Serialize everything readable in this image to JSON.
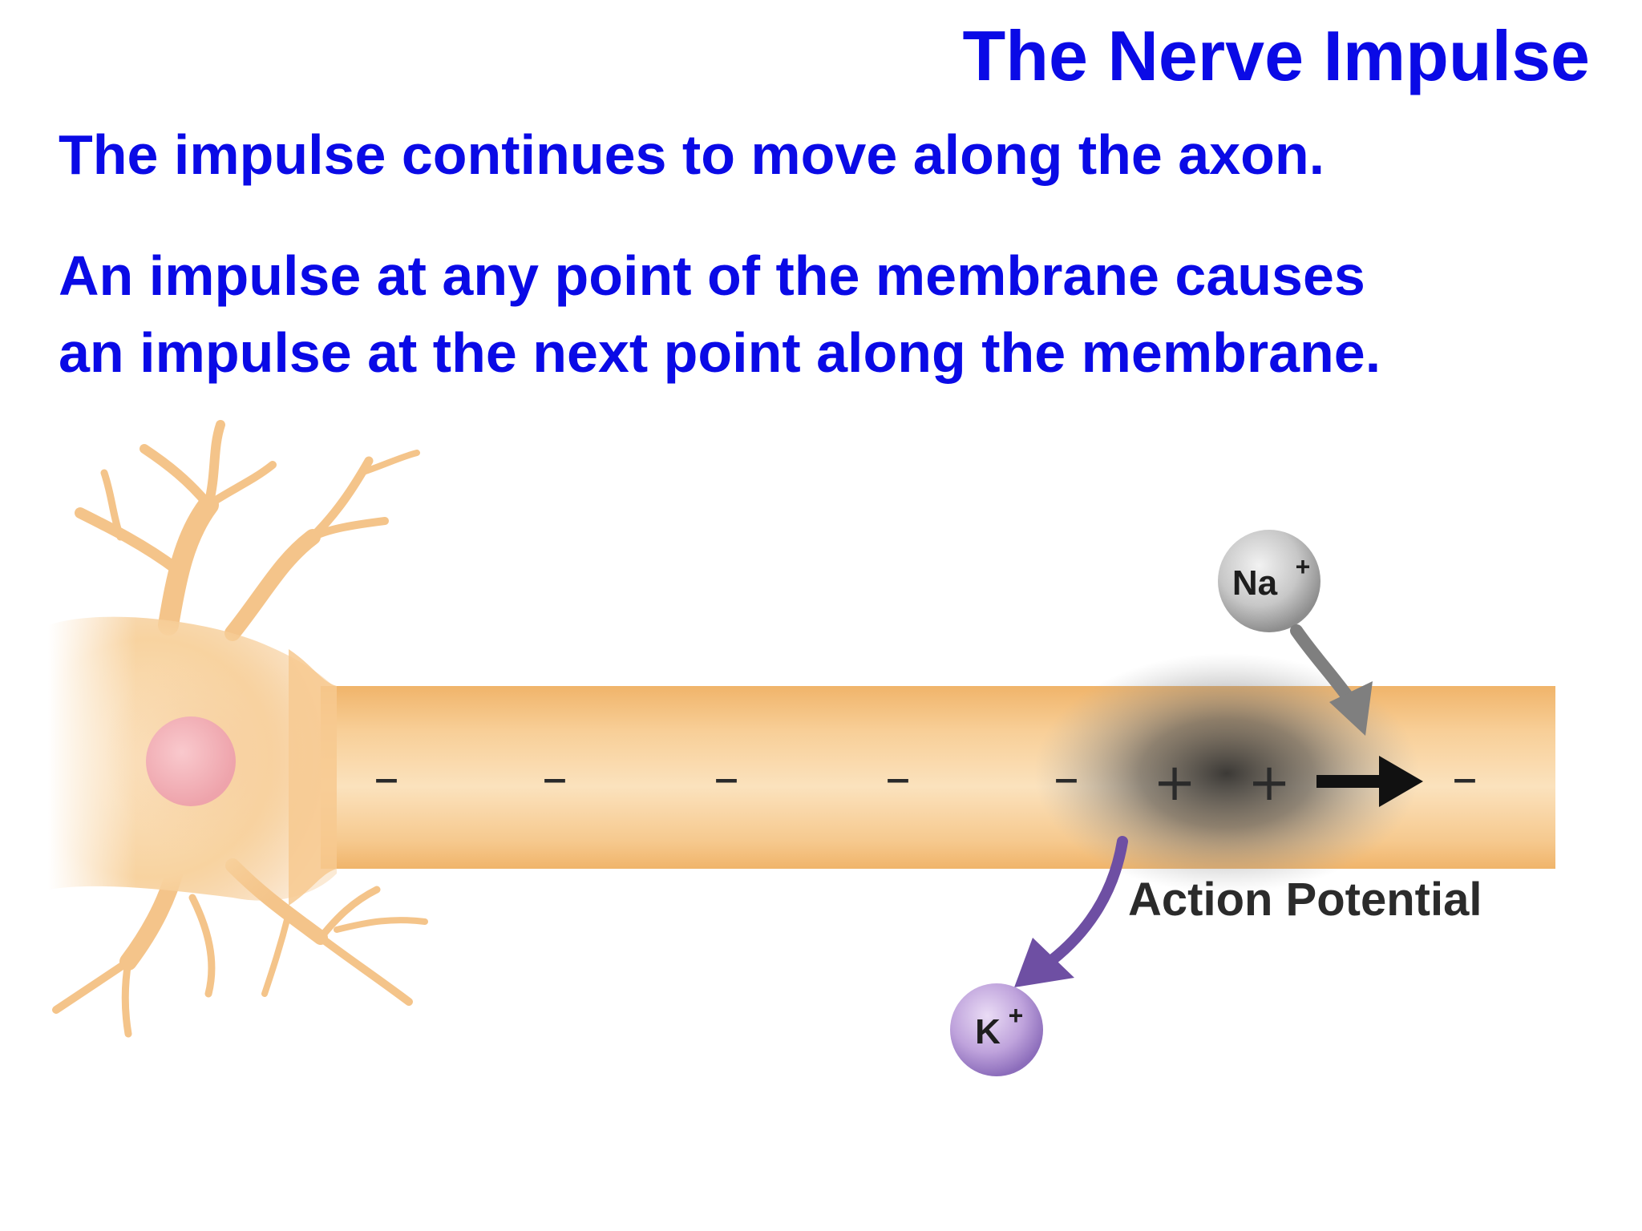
{
  "slide": {
    "title": "The Nerve Impulse",
    "line1": "The impulse continues to move along the axon.",
    "line2": "An impulse at any point of the membrane causes",
    "line3": "an impulse at the next point along the membrane."
  },
  "diagram": {
    "charges": [
      "–",
      "–",
      "–",
      "–",
      "–",
      "+",
      "+",
      "–"
    ],
    "action_potential_label": "Action Potential",
    "na_ion": {
      "base": "Na",
      "sup": "+"
    },
    "k_ion": {
      "base": "K",
      "sup": "+"
    },
    "colors": {
      "text_blue": "#0a0ae6",
      "axon_orange": "#f2b872",
      "na_arrow": "#7f7f7f",
      "k_arrow": "#6e4fa3",
      "direction_arrow": "#111111"
    },
    "icons": [
      "neuron-cell-body-icon",
      "dendrite-icon",
      "axon-icon",
      "na-ion-icon",
      "k-ion-icon",
      "arrow-right-icon"
    ]
  }
}
